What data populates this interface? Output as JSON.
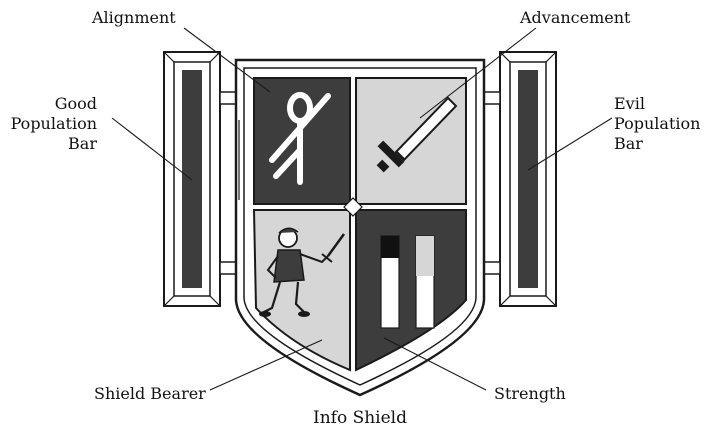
{
  "diagram": {
    "caption": "Info Shield",
    "labels": {
      "alignment": "Alignment",
      "advancement": "Advancement",
      "good_bar": [
        "Good",
        "Population",
        "Bar"
      ],
      "evil_bar": [
        "Evil",
        "Population",
        "Bar"
      ],
      "shield_bearer": "Shield Bearer",
      "strength": "Strength"
    },
    "colors": {
      "ink": "#111111",
      "dark_fill": "#3d3d3d",
      "light_fill": "#d6d6d6",
      "outline": "#1a1a1a"
    },
    "icons": {
      "alignment": "ankh-figure-icon",
      "advancement": "sword-icon",
      "shield_bearer": "warrior-figure-icon",
      "strength": "strength-bars-icon"
    }
  }
}
